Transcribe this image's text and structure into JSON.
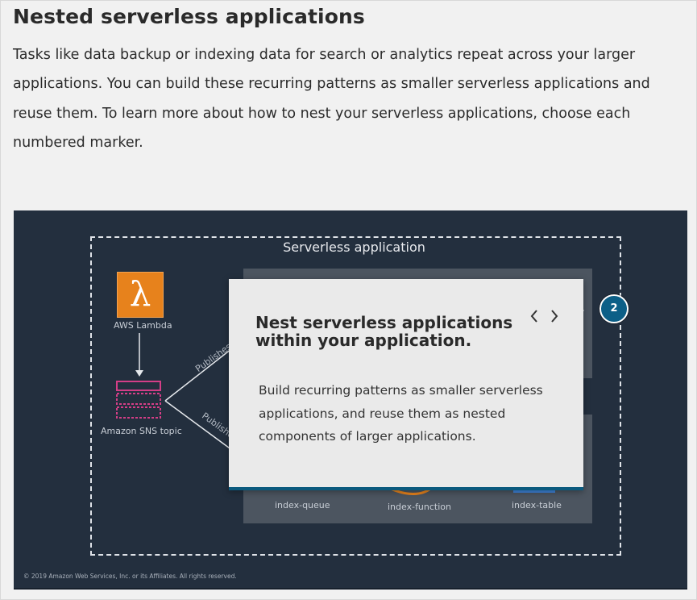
{
  "page": {
    "title": "Nested serverless applications",
    "intro": "Tasks like data backup or indexing data for search or analytics repeat across your larger applications. You can build these recurring patterns as smaller serverless applications and reuse them. To learn more about how to nest your serverless applications, choose each numbered marker."
  },
  "diagram": {
    "app_title": "Serverless application",
    "lambda_label": "AWS Lambda",
    "sns_label": "Amazon SNS topic",
    "publish_label_top": "Publishes",
    "publish_label_bottom": "Publishes",
    "nested_components": [
      "index-queue",
      "index-function",
      "index-table"
    ],
    "copyright": "© 2019 Amazon Web Services, Inc. or its Affiliates. All rights reserved.",
    "marker_number": "2"
  },
  "popup": {
    "title": "Nest serverless applications within your application.",
    "body": "Build recurring patterns as smaller serverless applications, and reuse them as nested components of larger applications.",
    "prev_icon": "chevron-left-icon",
    "next_icon": "chevron-right-icon"
  },
  "colors": {
    "diagram_background": "#232f3e",
    "lambda_orange": "#e7821c",
    "sns_pink": "#d43e87",
    "marker_blue": "#0c5f87",
    "popup_accent": "#0b5a7e"
  }
}
